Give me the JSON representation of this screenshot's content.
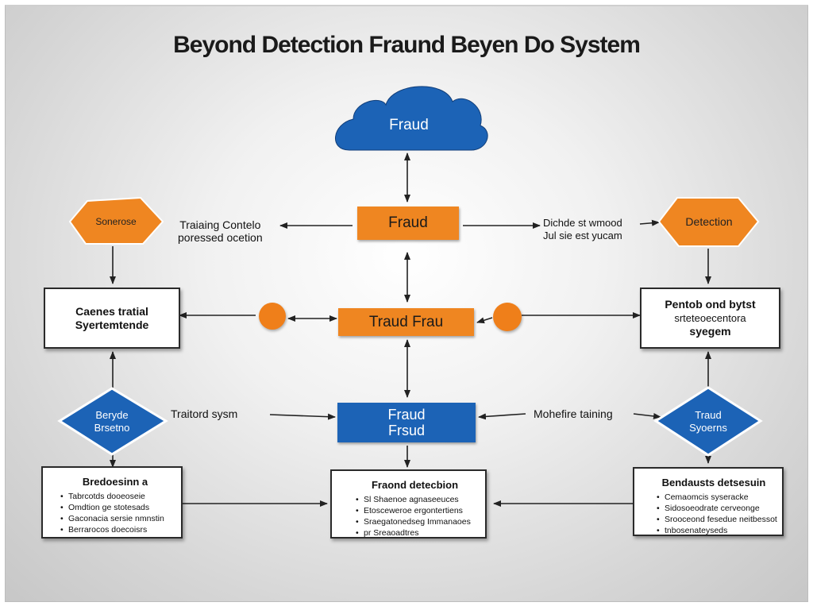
{
  "title": "Beyond Detection  Fraund Beyen Do System",
  "cloud": {
    "label": "Fraud",
    "color": "#1c63b6"
  },
  "center_top": {
    "label": "Fraud"
  },
  "center_mid": {
    "label": "Traud Frau"
  },
  "center_blue": {
    "line1": "Fraud",
    "line2": "Frsud"
  },
  "left_hex": {
    "label": "Sonerose"
  },
  "right_hex": {
    "label": "Detection"
  },
  "left_top_label": {
    "line1": "Traiaing Contelo",
    "line2": "poressed ocetion"
  },
  "right_top_label": {
    "line1": "Dichde st wmood",
    "line2": "Jul sie est yucam"
  },
  "left_box": {
    "line1": "Caenes tratial",
    "line2": "Syertemtende"
  },
  "right_box": {
    "line1": "Pentob ond bytst",
    "line2": "srteteoecentora",
    "line3": "syegem"
  },
  "left_diamond": {
    "line1": "Beryde",
    "line2": "Brsetno"
  },
  "right_diamond": {
    "line1": "Traud",
    "line2": "Syoerns"
  },
  "left_mid_label": {
    "text": "Traitord sysm"
  },
  "right_mid_label": {
    "text": "Mohefire taining"
  },
  "bottom_left": {
    "title": "Bredoesinn a",
    "items": [
      "Tabrcotds dooeoseie",
      "Omdtion ge stotesads",
      "Gaconacia sersie nmnstin",
      "Berrarocos doecoisrs"
    ]
  },
  "bottom_center": {
    "title": "Fraond detecbion",
    "items": [
      "Sl Shaenoe agnaseeuces",
      "Etosceweroe ergontertiens",
      "Sraegatonedseg Immanaoes",
      "pr Sreaoadtres"
    ]
  },
  "bottom_right": {
    "title": "Bendausts detsesuin",
    "items": [
      "Cemaomcis syseracke",
      "Sidosoeodrate cerveonge",
      "Srooceond fesedue neitbessot",
      "tnbosenateyseds"
    ]
  },
  "colors": {
    "orange": "#ef8621",
    "blue": "#1c63b6"
  }
}
